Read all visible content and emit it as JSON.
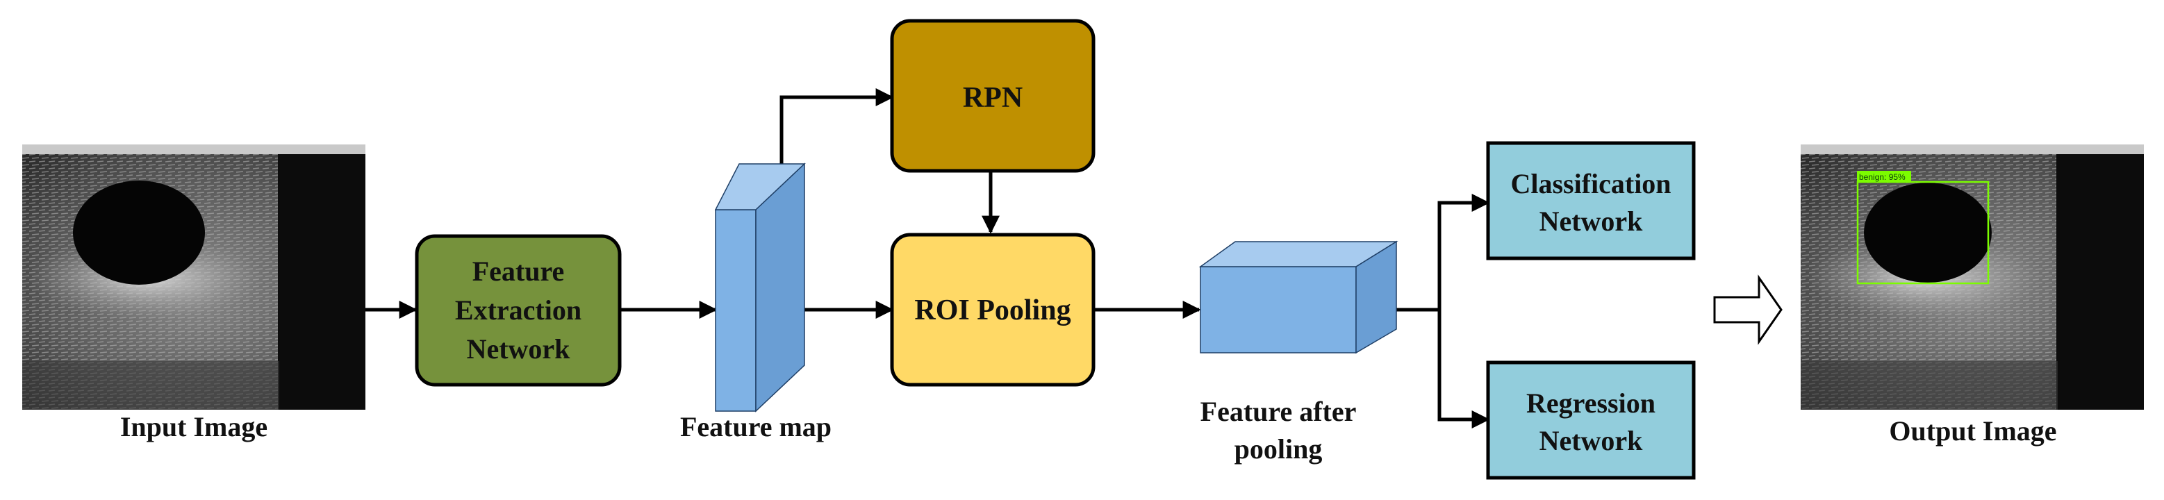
{
  "diagram": {
    "input_image_label": "Input Image",
    "output_image_label": "Output Image",
    "feature_map_label": "Feature map",
    "feature_after_pooling_label": [
      "Feature after",
      "pooling"
    ],
    "feature_extraction": [
      "Feature",
      "Extraction",
      "Network"
    ],
    "rpn": "RPN",
    "roi_pooling": "ROI Pooling",
    "classification": [
      "Classification",
      "Network"
    ],
    "regression": [
      "Regression",
      "Network"
    ],
    "detection_tag": "benign: 95%"
  },
  "colors": {
    "feature_extraction": "#76923c",
    "rpn": "#bf9000",
    "roi_pooling": "#ffd966",
    "network_boxes": "#92cddc",
    "cube": "#7fb2e5",
    "detection_box": "#7cfc00"
  },
  "icons": {
    "output_arrow": "hollow-right-arrow-icon"
  }
}
